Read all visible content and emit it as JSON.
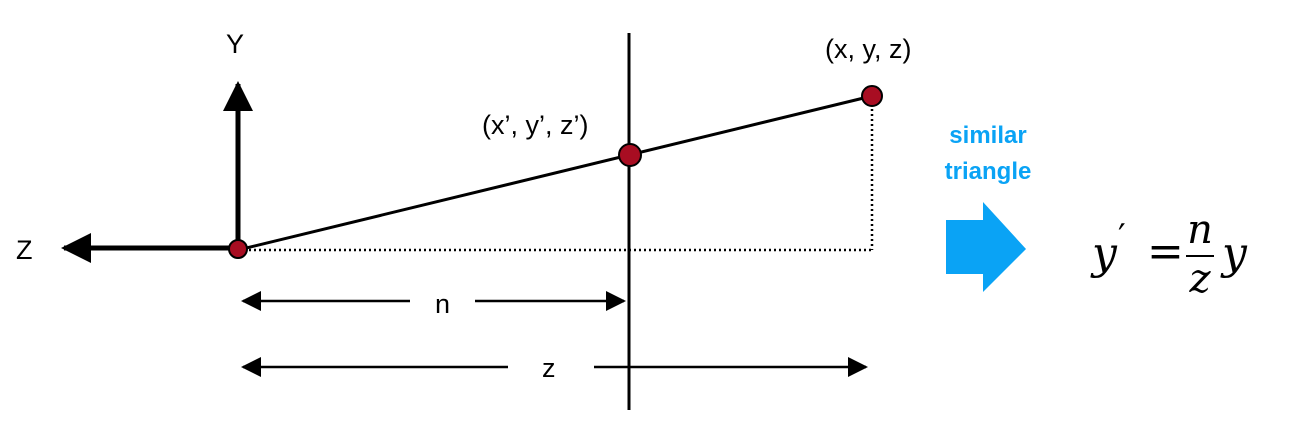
{
  "labels": {
    "y_axis": "Y",
    "z_axis": "Z",
    "far_point": "(x, y, z)",
    "projected_point": "(x’, y’, z’)",
    "n": "n",
    "z": "z"
  },
  "annotation": {
    "line1": "similar",
    "line2": "triangle"
  },
  "formula": {
    "lhs": "y",
    "prime": "′",
    "equals": "=",
    "numerator": "n",
    "denominator": "z",
    "rhs": "y"
  },
  "colors": {
    "point_fill": "#a80d22",
    "accent": "#0aa3f5",
    "line": "#000000"
  }
}
